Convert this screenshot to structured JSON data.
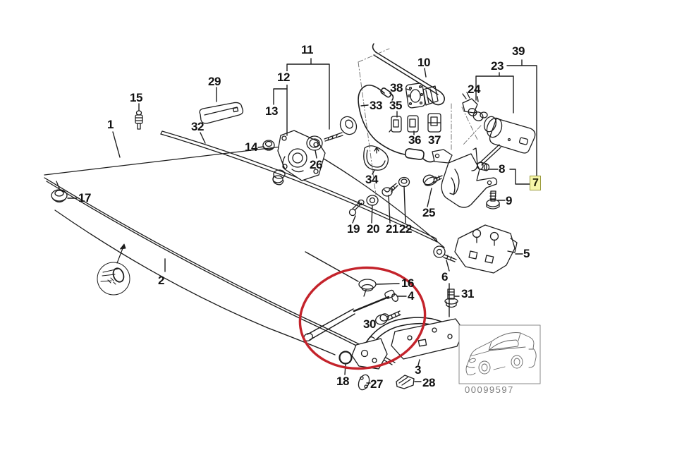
{
  "diagram": {
    "type": "exploded-parts-diagram",
    "subject": "trunk lid / single components",
    "background": "#ffffff",
    "line_color": "#1c1c1c",
    "annotation_ellipse_color": "#c4232b",
    "highlight": {
      "part": "7",
      "fill": "#f6f6a8",
      "border": "#9a9a3c"
    },
    "parts": {
      "p1": {
        "label": "1"
      },
      "p2": {
        "label": "2"
      },
      "p3": {
        "label": "3"
      },
      "p4": {
        "label": "4"
      },
      "p5": {
        "label": "5"
      },
      "p6": {
        "label": "6"
      },
      "p7": {
        "label": "7"
      },
      "p8": {
        "label": "8"
      },
      "p9": {
        "label": "9"
      },
      "p10": {
        "label": "10"
      },
      "p11": {
        "label": "11"
      },
      "p12": {
        "label": "12"
      },
      "p13": {
        "label": "13"
      },
      "p14": {
        "label": "14"
      },
      "p15": {
        "label": "15"
      },
      "p16": {
        "label": "16"
      },
      "p17": {
        "label": "17"
      },
      "p18": {
        "label": "18"
      },
      "p19": {
        "label": "19"
      },
      "p20": {
        "label": "20"
      },
      "p21": {
        "label": "21"
      },
      "p22": {
        "label": "22"
      },
      "p23": {
        "label": "23"
      },
      "p24": {
        "label": "24"
      },
      "p25": {
        "label": "25"
      },
      "p26": {
        "label": "26"
      },
      "p27": {
        "label": "27"
      },
      "p28": {
        "label": "28"
      },
      "p29": {
        "label": "29"
      },
      "p30": {
        "label": "30"
      },
      "p31": {
        "label": "31"
      },
      "p32": {
        "label": "32"
      },
      "p33": {
        "label": "33"
      },
      "p34": {
        "label": "34"
      },
      "p35": {
        "label": "35"
      },
      "p36": {
        "label": "36"
      },
      "p37": {
        "label": "37"
      },
      "p38": {
        "label": "38"
      },
      "p39": {
        "label": "39"
      }
    },
    "inset": {
      "code": "00099597",
      "border_color": "#8a8a8a",
      "text_color": "#7d7d7d"
    }
  }
}
